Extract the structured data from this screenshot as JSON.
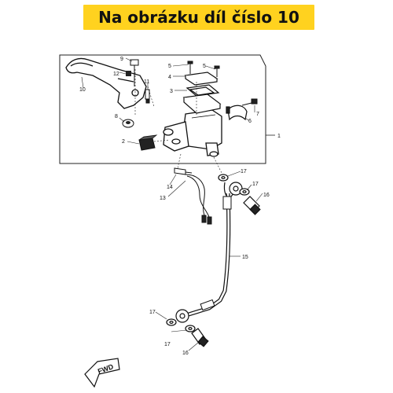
{
  "banner": {
    "text": "Na obrázku díl číslo 10"
  },
  "diagram": {
    "part_labels": {
      "p1": "1",
      "p2": "2",
      "p3": "3",
      "p4": "4",
      "p5a": "5",
      "p5b": "5",
      "p6": "6",
      "p7": "7",
      "p8": "8",
      "p9": "9",
      "p10": "10",
      "p11": "11",
      "p12": "12",
      "p13": "13",
      "p14": "14",
      "p15": "15",
      "p16a": "16",
      "p16b": "16",
      "p17a": "17",
      "p17b": "17",
      "p17c": "17",
      "p17d": "17"
    },
    "direction_badge": "FWD"
  }
}
